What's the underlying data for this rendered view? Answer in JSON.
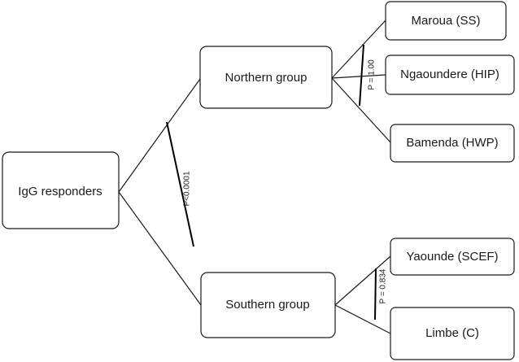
{
  "diagram": {
    "root": {
      "label": "IgG responders"
    },
    "groups": [
      {
        "label": "Northern group",
        "p_value": "P = 1.00",
        "sites": [
          {
            "label": "Maroua (SS)"
          },
          {
            "label": "Ngaoundere (HIP)"
          },
          {
            "label": "Bamenda (HWP)"
          }
        ]
      },
      {
        "label": "Southern group",
        "p_value": "P = 0.834",
        "sites": [
          {
            "label": "Yaounde (SCEF)"
          },
          {
            "label": "Limbe (C)"
          }
        ]
      }
    ],
    "root_p_value": "P<0.0001"
  }
}
